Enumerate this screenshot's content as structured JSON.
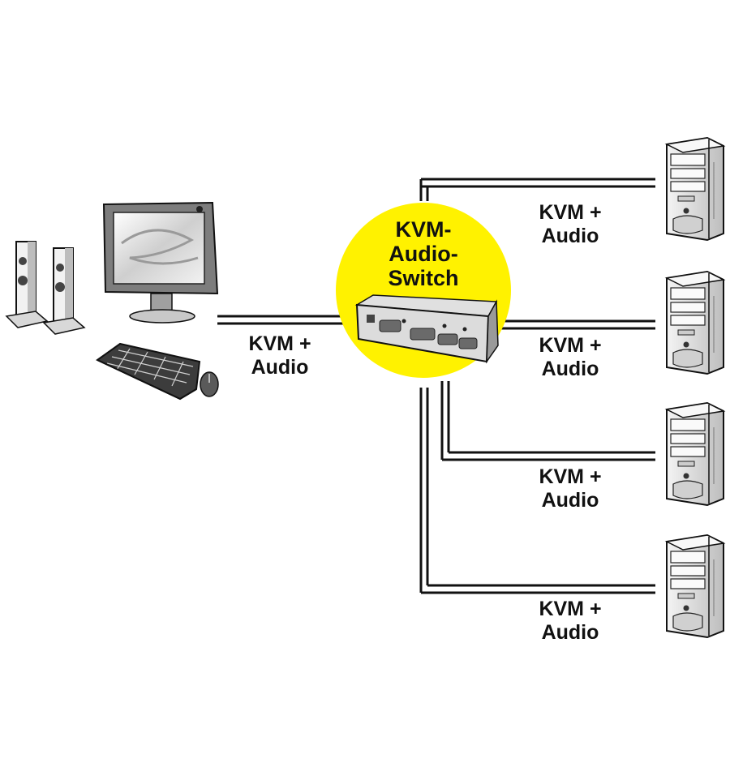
{
  "colors": {
    "hub_fill": "#fff200",
    "line": "#111111",
    "device_fill": "#e6e6e6",
    "device_dark": "#555555"
  },
  "hub": {
    "line1": "KVM-",
    "line2": "Audio-",
    "line3": "Switch"
  },
  "workstation": {
    "line1": "KVM +",
    "line2": "Audio"
  },
  "computers": [
    {
      "line1": "KVM +",
      "line2": "Audio"
    },
    {
      "line1": "KVM +",
      "line2": "Audio"
    },
    {
      "line1": "KVM +",
      "line2": "Audio"
    },
    {
      "line1": "KVM +",
      "line2": "Audio"
    }
  ],
  "icons": [
    "speaker-icon",
    "monitor-icon",
    "keyboard-icon",
    "mouse-icon",
    "kvm-switch-box-icon",
    "tower-pc-icon"
  ]
}
